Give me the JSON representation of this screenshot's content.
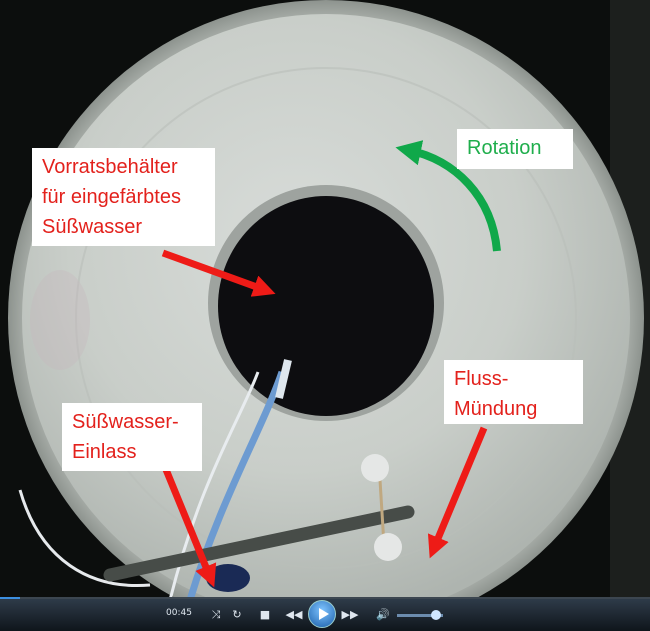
{
  "labels": {
    "reservoir": [
      "Vorratsbehälter",
      "für eingefärbtes",
      "Süßwasser"
    ],
    "rotation": "Rotation",
    "inlet": [
      "Süßwasser-",
      "Einlass"
    ],
    "river_mouth": [
      "Fluss-",
      "Mündung"
    ]
  },
  "colors": {
    "label_red": "#e3211c",
    "label_green": "#1fae4c",
    "arrow_red": "#ee1b17",
    "arrow_green": "#10a84a"
  },
  "player": {
    "time": "00:45",
    "progress": 0.03,
    "volume": 0.85,
    "icons": [
      "shuffle-icon",
      "repeat-icon",
      "stop-icon",
      "previous-icon",
      "play-icon",
      "next-icon",
      "volume-icon"
    ]
  }
}
